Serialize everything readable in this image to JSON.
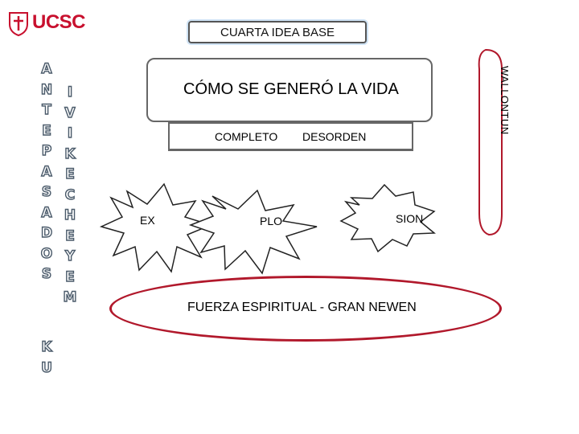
{
  "header": {
    "logo_text": "UCSC",
    "title": "CUARTA IDEA BASE"
  },
  "left_columns": {
    "col1": [
      "A",
      "N",
      "T",
      "E",
      "P",
      "A",
      "S",
      "A",
      "D",
      "O",
      "S"
    ],
    "col1_tail": [
      "K",
      "U"
    ],
    "col2": [
      "I",
      "V",
      "I",
      "K",
      "E",
      "C",
      "H",
      "E",
      "Y",
      "E",
      "M"
    ]
  },
  "main": {
    "title": "CÓMO SE GENERÓ LA VIDA",
    "inner_left": "COMPLETO",
    "inner_right": "DESORDEN",
    "side_label": "WALLONTUN"
  },
  "bursts": [
    {
      "label": "EX"
    },
    {
      "label": "PLO"
    },
    {
      "label": "SION"
    }
  ],
  "footer": {
    "ellipse_text": "FUERZA ESPIRITUAL - GRAN NEWEN"
  },
  "colors": {
    "brand_red": "#c8102e",
    "ellipse_red": "#b1182b",
    "outline_gray": "#666666"
  }
}
